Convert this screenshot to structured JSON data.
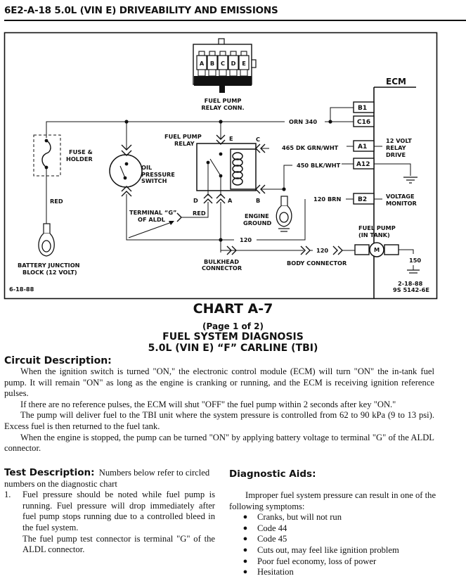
{
  "header": {
    "title": "6E2-A-18  5.0L  (VIN E)  DRIVEABILITY AND EMISSIONS"
  },
  "diagram": {
    "relay_connector": {
      "pins": [
        "A",
        "B",
        "C",
        "D",
        "E"
      ],
      "label_line1": "FUEL PUMP",
      "label_line2": "RELAY CONN."
    },
    "ecm": {
      "label": "ECM",
      "pins": [
        {
          "id": "B1"
        },
        {
          "id": "C16",
          "wire": "ORN 340"
        },
        {
          "id": "A1",
          "wire": "465 DK GRN/WHT",
          "function_line1": "12 VOLT",
          "function_line2": "RELAY",
          "function_line3": "DRIVE"
        },
        {
          "id": "A12",
          "wire": "450 BLK/WHT"
        },
        {
          "id": "B2",
          "wire": "120 BRN",
          "function_line1": "VOLTAGE",
          "function_line2": "MONITOR"
        }
      ]
    },
    "fuse": {
      "label_line1": "FUSE &",
      "label_line2": "HOLDER"
    },
    "fuse_wire": "RED",
    "battery": {
      "label_line1": "BATTERY JUNCTION",
      "label_line2": "BLOCK (12 VOLT)"
    },
    "oil_switch": {
      "label_line1": "OIL",
      "label_line2": "PRESSURE",
      "label_line3": "SWITCH"
    },
    "relay": {
      "label_line1": "FUEL PUMP",
      "label_line2": "RELAY",
      "terminals": {
        "a": "A",
        "b": "B",
        "c": "C",
        "d": "D",
        "e": "E"
      }
    },
    "aldl": {
      "label_line1": "TERMINAL “G”",
      "label_line2": "OF ALDL",
      "wire": "RED"
    },
    "engine_ground": {
      "label_line1": "ENGINE",
      "label_line2": "GROUND"
    },
    "circuit_120": "120",
    "bulkhead": {
      "label_line1": "BULKHEAD",
      "label_line2": "CONNECTOR"
    },
    "body_connector": {
      "label": "BODY CONNECTOR",
      "wire": "120"
    },
    "fuel_pump": {
      "label_line1": "FUEL PUMP",
      "label_line2": "(IN TANK)",
      "motor": "M",
      "ground_wire": "150"
    },
    "date_left": "6-18-88",
    "date_right": "2-18-88",
    "figure_id": "9S 5142-6E"
  },
  "chart": {
    "title": "CHART A-7",
    "page": "(Page 1 of 2)",
    "name": "FUEL SYSTEM DIAGNOSIS",
    "vehicle": "5.0L  (VIN E)  “F”  CARLINE  (TBI)"
  },
  "circuit_description": {
    "heading": "Circuit Description:",
    "paragraphs": [
      "When the ignition switch is turned \"ON,\" the electronic control module (ECM) will turn \"ON\" the in-tank fuel pump.  It will remain \"ON\" as long as the engine is cranking or running, and the ECM is receiving ignition reference pulses.",
      "If there are no reference pulses, the ECM will shut \"OFF\" the fuel pump within 2 seconds after key \"ON.\"",
      "The pump will deliver fuel to the TBI unit where the system pressure is controlled from 62 to 90 kPa (9 to 13 psi).  Excess fuel is then returned to the fuel tank.",
      "When the engine is stopped, the pump can be turned \"ON\" by applying battery voltage to terminal \"G\" of the ALDL connector."
    ]
  },
  "test_description": {
    "heading": "Test Description:",
    "lead": "Numbers below refer to circled numbers on the diagnostic chart",
    "items": [
      {
        "number": "1.",
        "text": "Fuel pressure should be noted while fuel pump is running.  Fuel pressure will drop immediately after fuel pump stops running due to a controlled bleed in the fuel system.",
        "note": "The fuel pump test connector is terminal \"G\" of the ALDL connector."
      }
    ]
  },
  "diagnostic_aids": {
    "heading": "Diagnostic Aids:",
    "intro": "Improper fuel system pressure can result in one of the following symptoms:",
    "symptoms": [
      "Cranks, but will not run",
      "Code 44",
      "Code 45",
      "Cuts out, may feel like ignition problem",
      "Poor fuel economy, loss of power",
      "Hesitation"
    ]
  }
}
